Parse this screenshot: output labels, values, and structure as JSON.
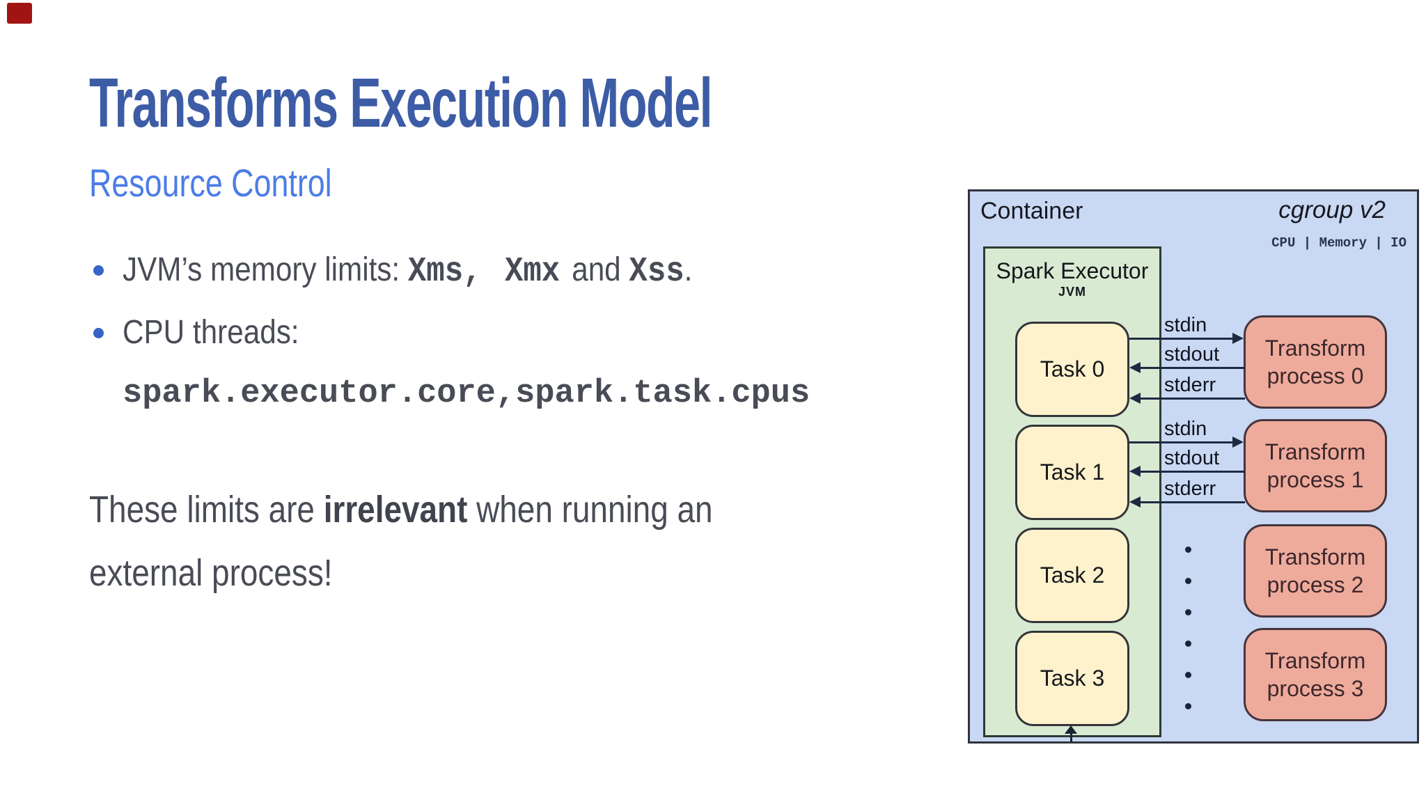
{
  "slide": {
    "title": "Transforms Execution Model",
    "subtitle": "Resource Control",
    "bullets": {
      "b1": {
        "intro": "JVM’s memory limits: ",
        "code1": "Xms,",
        "code2": "Xmx",
        "conj": " and ",
        "code3": "Xss",
        "period": "."
      },
      "b2": {
        "label": "CPU threads:",
        "code": "spark.executor.core,spark.task.cpus"
      }
    },
    "closing": {
      "pre": "These limits are ",
      "emph": "irrelevant",
      "post": " when running an",
      "line2": "external process!"
    },
    "colors": {
      "title": "#3c5ca6",
      "subtitle": "#4b7de6",
      "body_text": "#494c56",
      "bullet_dot": "#3565c8"
    }
  },
  "diagram": {
    "container_label": "Container",
    "cgroup_label": "cgroup v2",
    "resources_label": "CPU | Memory | IO",
    "executor": {
      "title": "Spark Executor",
      "subtitle": "JVM"
    },
    "tasks": [
      "Task 0",
      "Task 1",
      "Task 2",
      "Task 3"
    ],
    "processes": [
      {
        "line1": "Transform",
        "line2": "process 0"
      },
      {
        "line1": "Transform",
        "line2": "process 1"
      },
      {
        "line1": "Transform",
        "line2": "process 2"
      },
      {
        "line1": "Transform",
        "line2": "process 3"
      }
    ],
    "streams": [
      "stdin",
      "stdout",
      "stderr"
    ],
    "colors": {
      "container_fill": "#c9d8f3",
      "executor_fill": "#d9ead3",
      "task_fill": "#fdf2cc",
      "process_fill": "#eeab9c",
      "line": "#1d2a42",
      "record_badge": "#a11414"
    }
  }
}
